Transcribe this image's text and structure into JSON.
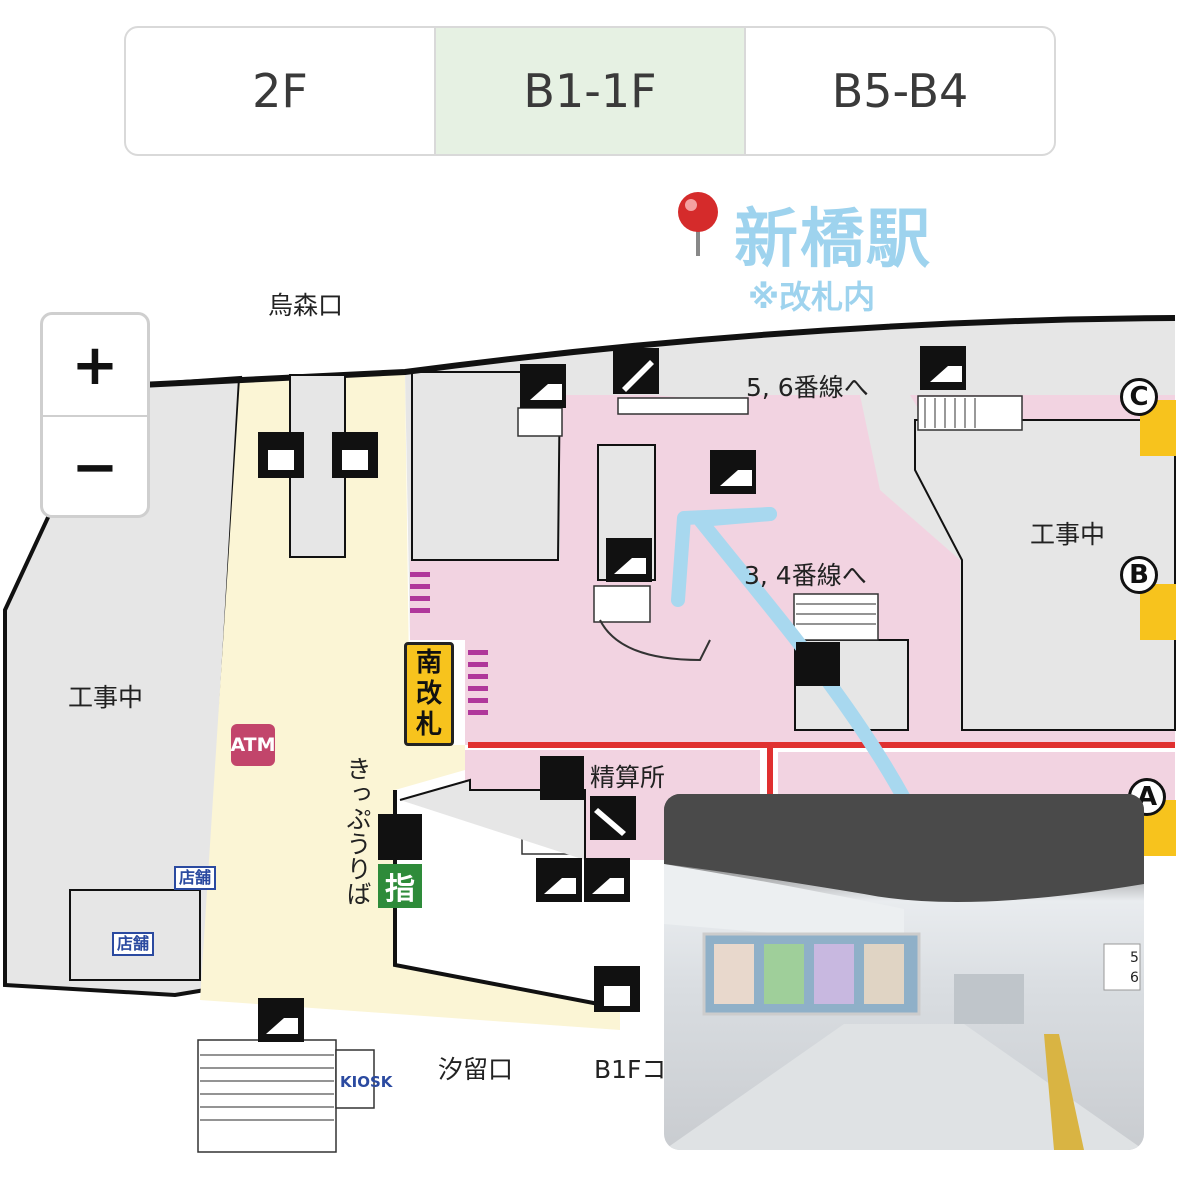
{
  "tabs": [
    {
      "label": "2F",
      "active": false
    },
    {
      "label": "B1-1F",
      "active": true
    },
    {
      "label": "B5-B4",
      "active": false
    }
  ],
  "zoom": {
    "plus": "+",
    "minus": "−"
  },
  "station": {
    "name": "新橋駅",
    "note": "※改札内"
  },
  "map": {
    "labels": {
      "karasumori": "烏森口",
      "construction_left": "工事中",
      "construction_right": "工事中",
      "tracks_56": "5, 6番線へ",
      "tracks_34": "3, 4番線へ",
      "fare_adjust": "精算所",
      "ticket_area": "きっぷうりば",
      "shiodome": "汐留口",
      "b1f": "B1Fコ",
      "atm": "ATM",
      "shop1": "店舗",
      "shop2": "店舗",
      "kiosk": "KIOSK",
      "shitei": "指"
    },
    "gate": [
      "南",
      "改",
      "札"
    ],
    "exits": [
      "C",
      "B",
      "A"
    ],
    "colors": {
      "concourse": "#f2d3e1",
      "free_area": "#fbf5d5",
      "building": "#e6e6e6",
      "gate_line": "#e03030",
      "route_arrow": "#a8d8ef",
      "pin": "#d52b2b"
    }
  },
  "photo": {
    "platform_signs": [
      "5",
      "6"
    ]
  }
}
